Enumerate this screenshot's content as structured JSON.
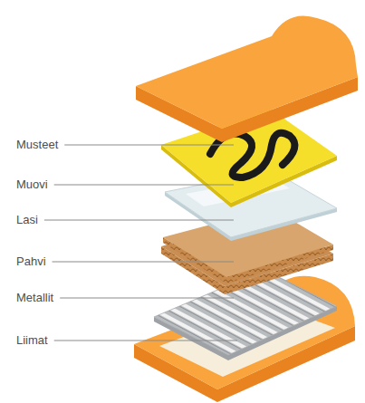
{
  "diagram": {
    "labels": [
      "Musteet",
      "Muovi",
      "Lasi",
      "Pahvi",
      "Metallit",
      "Liimat"
    ]
  }
}
